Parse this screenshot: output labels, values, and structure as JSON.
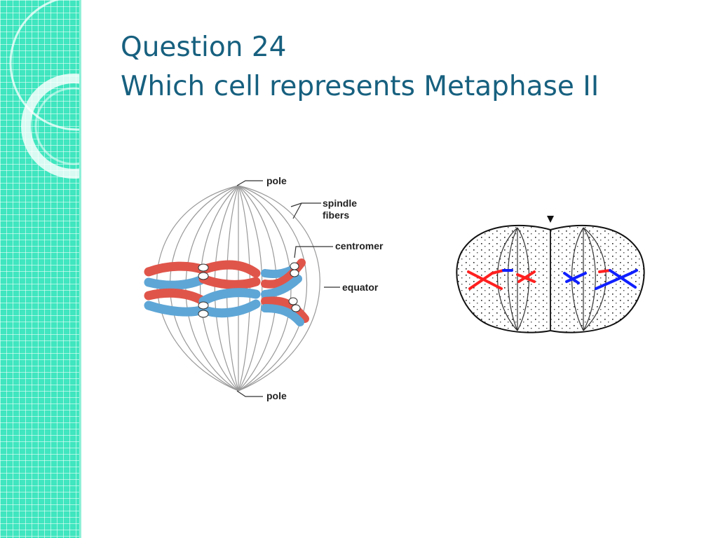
{
  "slide": {
    "title_line1": "Question 24",
    "title_line2": "Which cell represents Metaphase II"
  },
  "figure_left": {
    "labels": {
      "pole_top": "pole",
      "spindle": "spindle",
      "fibers": "fibers",
      "centromere": "centromer",
      "equator": "equator",
      "pole_bottom": "pole"
    }
  },
  "colors": {
    "band": "#3fe6bf",
    "title": "#17607f",
    "chrom_red": "#e0554a",
    "chrom_blue": "#5ea6d6",
    "cell_red": "#ff2020",
    "cell_blue": "#1020ff"
  }
}
